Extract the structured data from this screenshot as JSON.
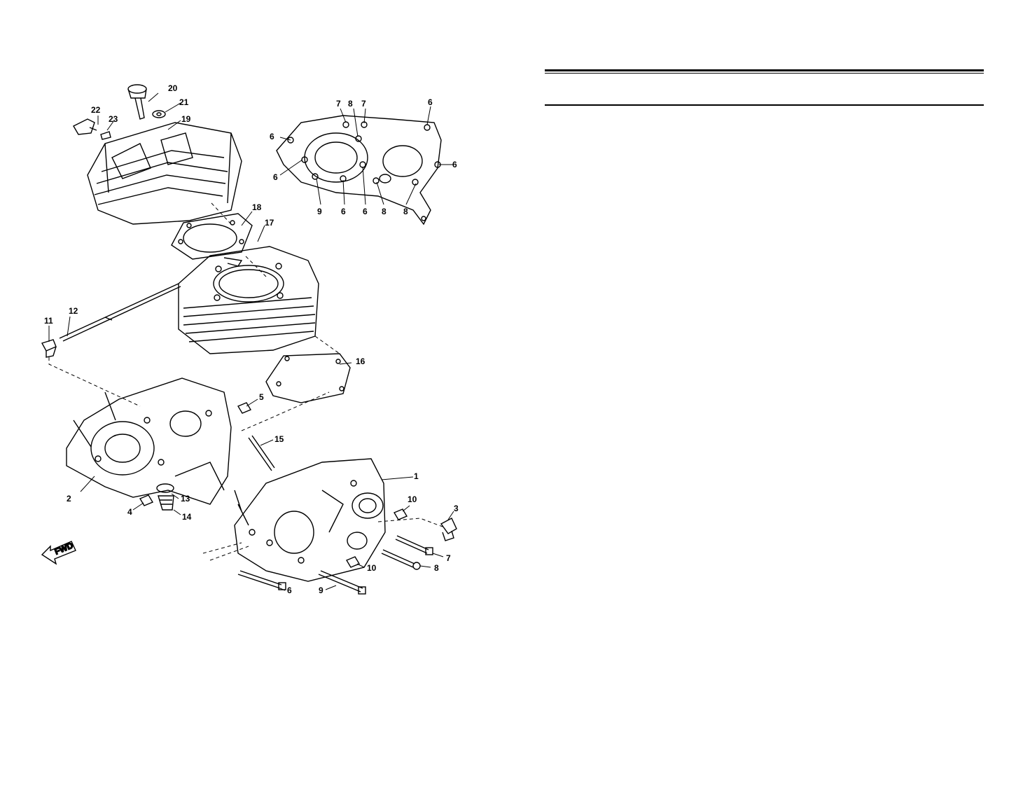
{
  "callouts": {
    "c1": "1",
    "c2": "2",
    "c3": "3",
    "c4": "4",
    "c5": "5",
    "c6": "6",
    "c7": "7",
    "c8": "8",
    "c9": "9",
    "c10": "10",
    "c11": "11",
    "c12": "12",
    "c13": "13",
    "c14": "14",
    "c15": "15",
    "c16": "16",
    "c17": "17",
    "c18": "18",
    "c19": "19",
    "c20": "20",
    "c21": "21",
    "c22": "22",
    "c23": "23"
  },
  "fwd_arrow": {
    "label": "FWD",
    "icon": "fwd-arrow-icon"
  }
}
